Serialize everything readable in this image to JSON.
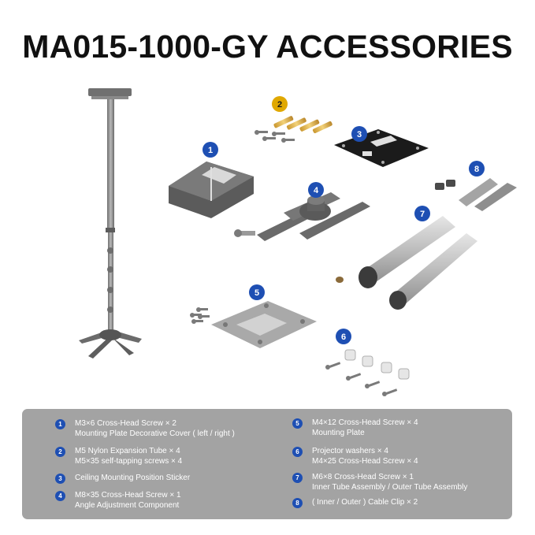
{
  "title": "MA015-1000-GY ACCESSORIES",
  "colors": {
    "badge": "#1e4fb3",
    "legend_bg": "#a3a3a3",
    "title": "#111111"
  },
  "parts": [
    {
      "num": "1",
      "lines": [
        "M3×6 Cross-Head Screw × 2",
        "Mounting Plate Decorative Cover ( left / right )"
      ]
    },
    {
      "num": "2",
      "lines": [
        "M5 Nylon Expansion Tube × 4",
        "M5×35 self-tapping screws × 4"
      ]
    },
    {
      "num": "3",
      "lines": [
        "Ceiling Mounting Position Sticker"
      ]
    },
    {
      "num": "4",
      "lines": [
        "M8×35 Cross-Head Screw × 1",
        "Angle Adjustment Component"
      ]
    },
    {
      "num": "5",
      "lines": [
        "M4×12 Cross-Head Screw × 4",
        "Mounting Plate"
      ]
    },
    {
      "num": "6",
      "lines": [
        "Projector washers × 4",
        "M4×25 Cross-Head Screw × 4"
      ]
    },
    {
      "num": "7",
      "lines": [
        "M6×8 Cross-Head Screw × 1",
        "Inner Tube Assembly / Outer Tube Assembly"
      ]
    },
    {
      "num": "8",
      "lines": [
        "( Inner / Outer ) Cable Clip × 2"
      ]
    }
  ]
}
